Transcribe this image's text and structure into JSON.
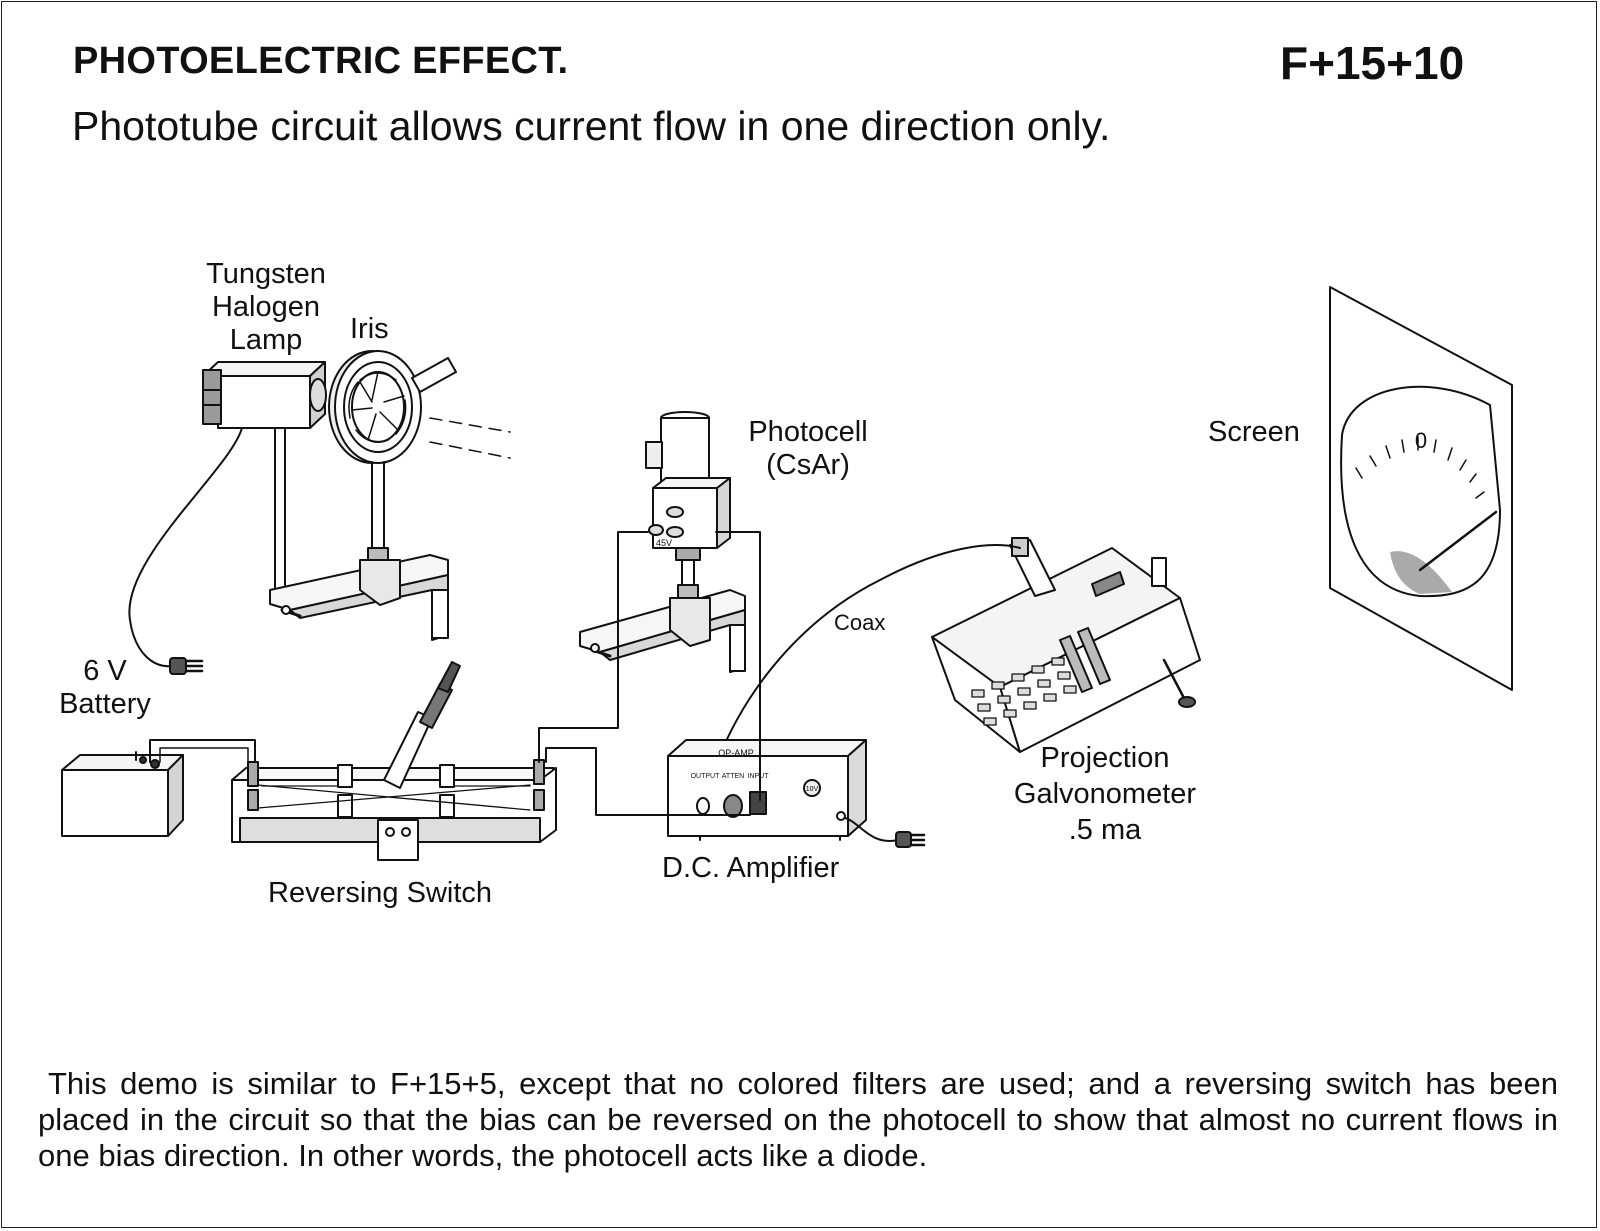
{
  "header": {
    "title": "PHOTOELECTRIC EFFECT.",
    "code": "F+15+10",
    "subtitle": "Phototube circuit allows current flow in one direction only."
  },
  "labels": {
    "lamp": "Tungsten\nHalogen\nLamp",
    "iris": "Iris",
    "photocell": "Photocell\n(CsAr)",
    "screen": "Screen",
    "screen_zero": "0",
    "coax": "Coax",
    "battery": "6 V\nBattery",
    "galvanometer": "Projection\nGalvonometer\n.5 ma",
    "reversing_switch": "Reversing Switch",
    "amplifier": "D.C. Amplifier",
    "amp_panel_title": "OP-AMP",
    "amp_output": "OUTPUT",
    "amp_atten": "ATTEN",
    "amp_input": "INPUT",
    "amp_power": "10V",
    "photocell_voltage": "45V"
  },
  "description": "This demo is similar to F+15+5, except that no colored filters are used; and a reversing switch has been placed in the circuit so that the bias can be reversed on the photocell to show that almost no current flows in one bias direction. In other words, the photocell acts like a diode."
}
